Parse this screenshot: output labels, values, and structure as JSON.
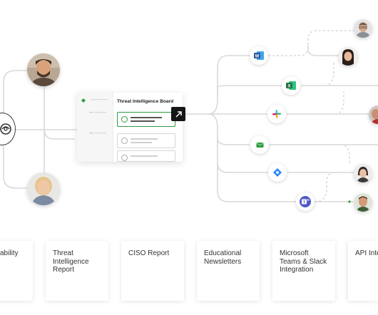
{
  "board": {
    "title": "Threat Intelligence Board"
  },
  "icons": {
    "source_logo": "source-logo-icon",
    "board_logo": "green-diamond-logo-icon",
    "expand": "arrow-up-right-icon",
    "apps": [
      "word-icon",
      "excel-icon",
      "slack-icon",
      "email-icon",
      "jira-icon",
      "teams-icon"
    ]
  },
  "cards": [
    {
      "label": "ability"
    },
    {
      "label": "Threat Intelligence Report"
    },
    {
      "label": "CISO Report"
    },
    {
      "label": "Educational Newsletters"
    },
    {
      "label": "Microsoft Teams & Slack Integration"
    },
    {
      "label": "API Inte"
    }
  ],
  "colors": {
    "accent_green": "#2e9a3e",
    "wire": "#d9d9d9",
    "word_blue": "#2b579a",
    "excel_green": "#217346",
    "jira_blue": "#2684ff",
    "teams_purple": "#5059c9"
  }
}
